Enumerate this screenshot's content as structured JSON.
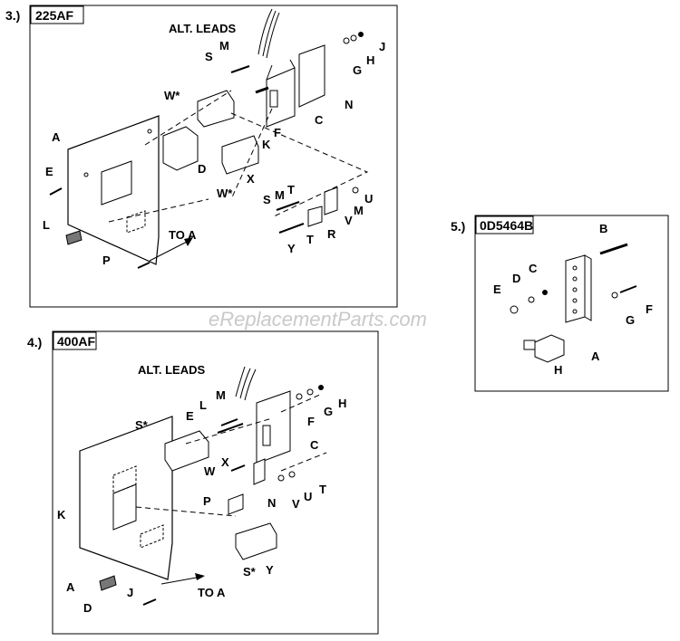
{
  "panels": [
    {
      "number": "3.)",
      "title": "225AF"
    },
    {
      "number": "4.)",
      "title": "400AF"
    },
    {
      "number": "5.)",
      "title": "0D5464B"
    }
  ],
  "watermark": "eReplacementParts.com",
  "labels": {
    "p3": {
      "alt_leads": "ALT. LEADS",
      "to_a": "TO A",
      "M": "M",
      "S": "S",
      "W1": "W*",
      "W2": "W*",
      "A": "A",
      "E": "E",
      "L": "L",
      "P": "P",
      "D": "D",
      "X": "X",
      "K": "K",
      "F": "F",
      "C": "C",
      "N": "N",
      "J": "J",
      "H": "H",
      "G": "G",
      "S2": "S",
      "M2": "M",
      "T": "T",
      "T2": "T",
      "Y": "Y",
      "R": "R",
      "V": "V",
      "M3": "M",
      "U": "U"
    },
    "p4": {
      "alt_leads": "ALT. LEADS",
      "to_a": "TO A",
      "M": "M",
      "L": "L",
      "E": "E",
      "S1": "S*",
      "K": "K",
      "A": "A",
      "D": "D",
      "J": "J",
      "C": "C",
      "F": "F",
      "G": "G",
      "H": "H",
      "W": "W",
      "X": "X",
      "P": "P",
      "N": "N",
      "V": "V",
      "U": "U",
      "T": "T",
      "S2": "S*",
      "Y": "Y"
    },
    "p5": {
      "B": "B",
      "C": "C",
      "D": "D",
      "E": "E",
      "F": "F",
      "G": "G",
      "A": "A",
      "H": "H"
    }
  }
}
